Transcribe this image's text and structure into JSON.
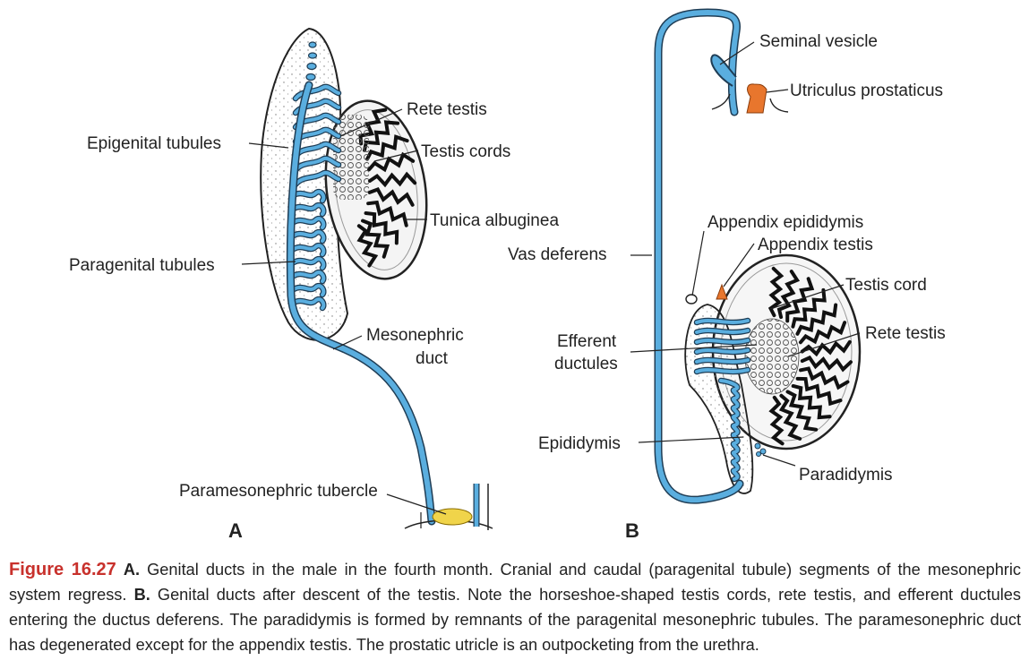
{
  "colors": {
    "duct": "#5aaedf",
    "duct_outline": "#1f3d55",
    "orange": "#e8762d",
    "yellow": "#f0d44a",
    "caption_accent": "#c8312c"
  },
  "panel_a": {
    "letter": "A",
    "labels": {
      "rete_testis": "Rete testis",
      "epigenital_tubules": "Epigenital tubules",
      "testis_cords": "Testis cords",
      "tunica_albuginea": "Tunica albuginea",
      "paragenital_tubules": "Paragenital tubules",
      "mesonephric_duct_1": "Mesonephric",
      "mesonephric_duct_2": "duct",
      "paramesonephric_tubercle": "Paramesonephric tubercle"
    }
  },
  "panel_b": {
    "letter": "B",
    "labels": {
      "seminal_vesicle": "Seminal vesicle",
      "utriculus_prostaticus": "Utriculus prostaticus",
      "appendix_epididymis": "Appendix epididymis",
      "vas_deferens": "Vas deferens",
      "appendix_testis": "Appendix testis",
      "testis_cord": "Testis cord",
      "rete_testis": "Rete testis",
      "efferent_ductules_1": "Efferent",
      "efferent_ductules_2": "ductules",
      "epididymis": "Epididymis",
      "paradidymis": "Paradidymis"
    }
  },
  "caption": {
    "figure_label": "Figure 16.27",
    "part_a_label": "A.",
    "part_a_text": " Genital ducts in the male in the fourth month. Cranial and caudal (paragenital tubule) segments of the mesonephric system regress. ",
    "part_b_label": "B.",
    "part_b_text": " Genital ducts after descent of the testis. Note the horseshoe-shaped testis cords, rete testis, and efferent ductules entering the ductus deferens. The paradidymis is formed by remnants of the paragenital mesonephric tubules. The paramesonephric duct has degenerated except for the appendix testis. The prostatic utricle is an outpocketing from the urethra."
  }
}
